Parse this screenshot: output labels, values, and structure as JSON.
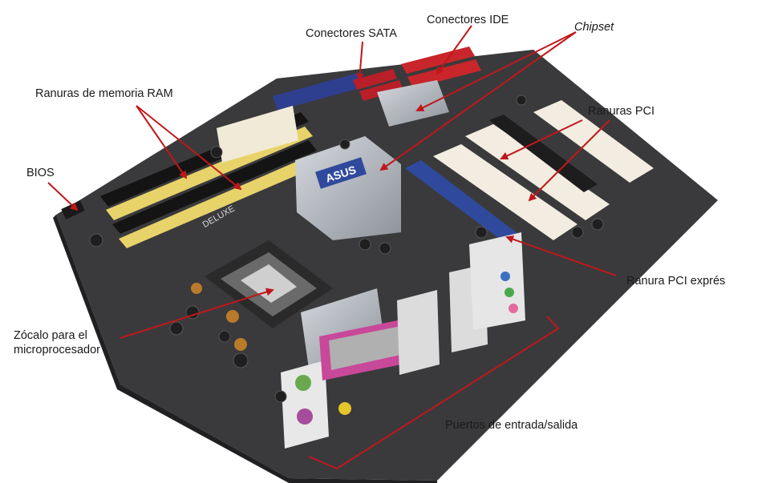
{
  "board": {
    "brand_text": "ASUS",
    "model_text": "DELUXE",
    "colors": {
      "pcb": "#3a3a3c",
      "ram_yellow": "#e8d36a",
      "pci_white": "#f2ede0",
      "pcie_blue": "#2f4a9c",
      "ide_red": "#c8262a",
      "sata_red": "#b81f28",
      "heatsink": "#b9bdc4",
      "ps2_purple": "#a54d9a",
      "ps2_green": "#6aa84f",
      "parallel_pink": "#c8489a",
      "annotation": "#c0171b"
    }
  },
  "labels": {
    "sata": "Conectores SATA",
    "ide": "Conectores IDE",
    "chipset": "Chipset",
    "ram": "Ranuras de memoria RAM",
    "pci": "Ranuras PCI",
    "bios": "BIOS",
    "pcie": "Ranura PCI exprés",
    "socket": "Zócalo para el microprocesador",
    "io": "Puertos de entrada/salida"
  }
}
